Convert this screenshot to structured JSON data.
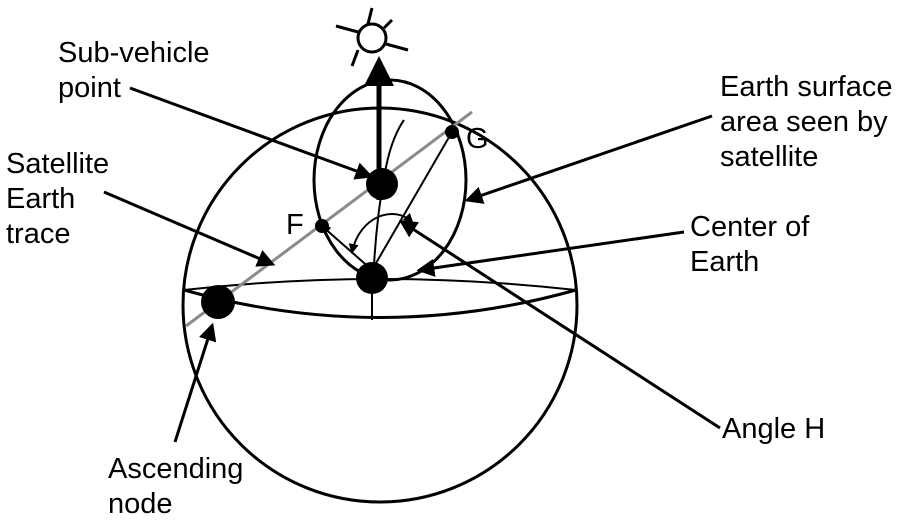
{
  "labels": {
    "sub_vehicle_point": [
      "Sub-vehicle",
      "point"
    ],
    "satellite_earth_trace": [
      "Satellite",
      "Earth",
      "trace"
    ],
    "ascending_node": [
      "Ascending",
      "node"
    ],
    "earth_surface_area": [
      "Earth surface",
      "area seen by",
      "satellite"
    ],
    "center_of_earth": [
      "Center of",
      "Earth"
    ],
    "angle_h": "Angle H",
    "point_f": "F",
    "point_g": "G"
  },
  "colors": {
    "ink": "#000000",
    "trace": "#8a8a8a",
    "background": "#ffffff"
  },
  "icons": {
    "satellite": "satellite-icon"
  }
}
